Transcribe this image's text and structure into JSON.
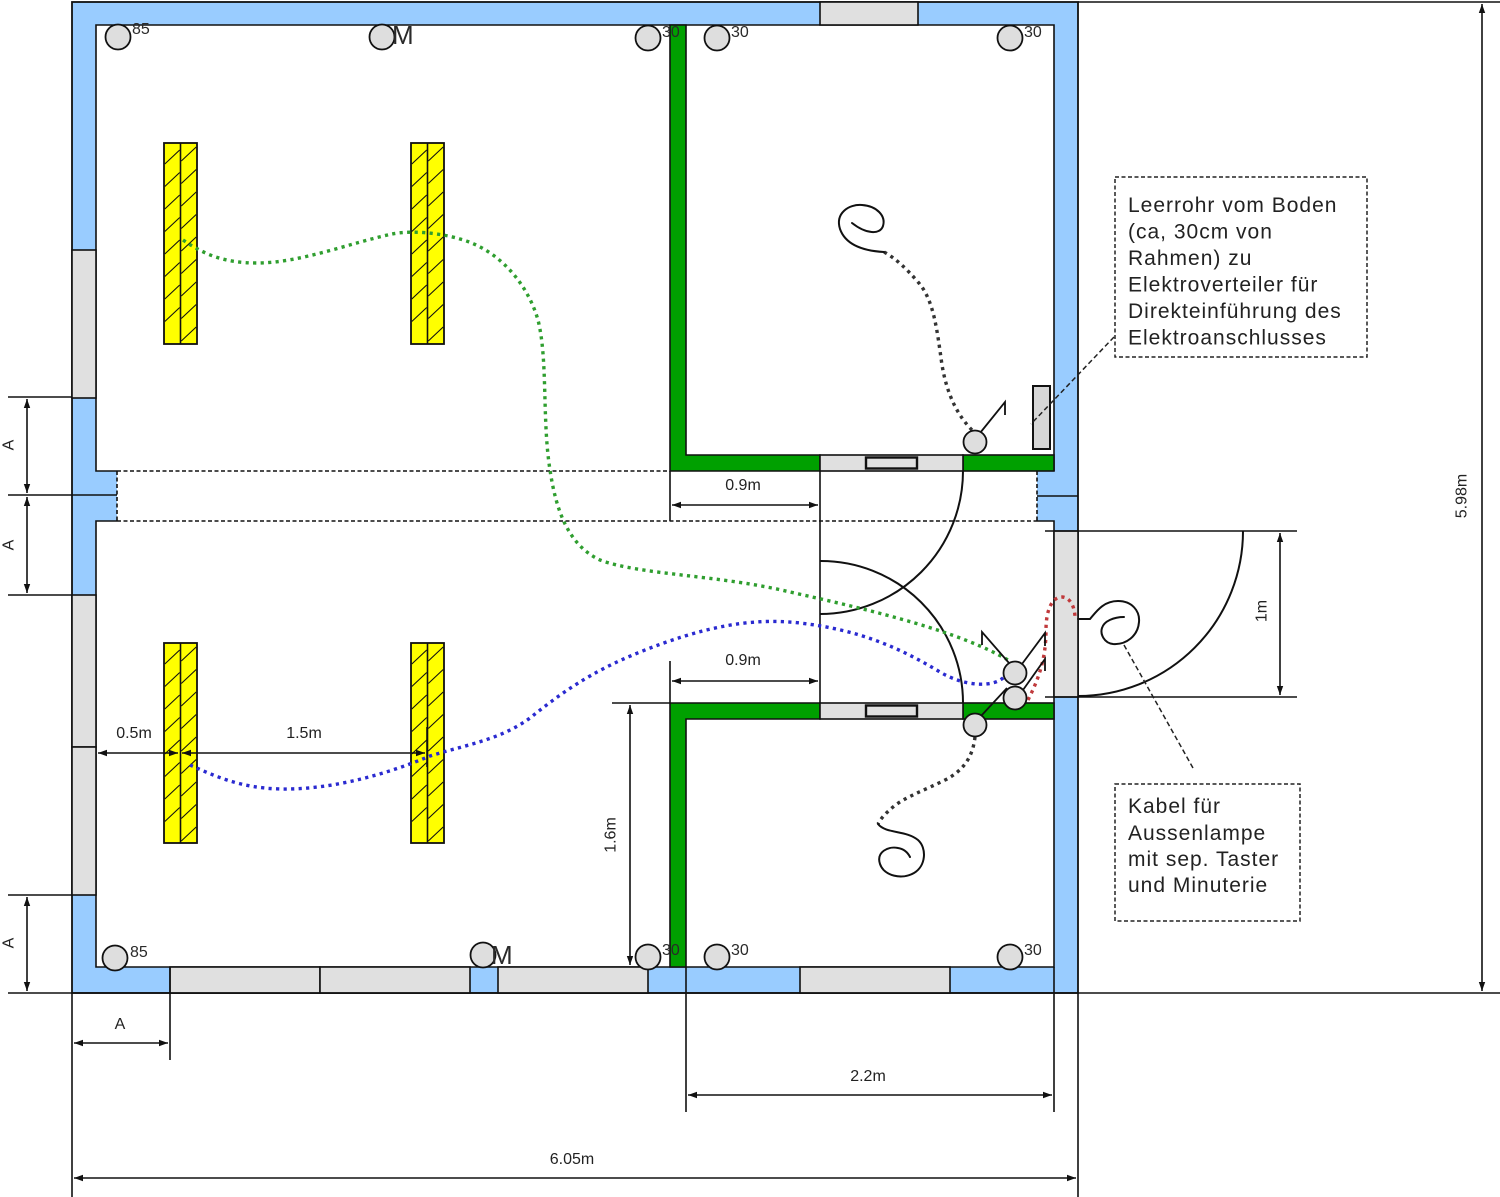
{
  "colors": {
    "exterior_wall": "#99ccff",
    "interior_wall": "#00a000",
    "opening": "#e0e0e0",
    "light_fixture": "#ffff00",
    "device": "#dedede",
    "cable_green": "#2f9e2f",
    "cable_blue": "#2a2ad0",
    "cable_red": "#c0393b",
    "cable_black": "#333333"
  },
  "outlets": {
    "top_row": [
      {
        "label": "85"
      },
      {
        "label": "M"
      },
      {
        "label": "30"
      },
      {
        "label": "30"
      },
      {
        "label": "30"
      }
    ],
    "bottom_row": [
      {
        "label": "85"
      },
      {
        "label": "M"
      },
      {
        "label": "30"
      },
      {
        "label": "30"
      },
      {
        "label": "30"
      }
    ]
  },
  "dimensions": {
    "upper_door_width": "0.9m",
    "lower_door_width": "0.9m",
    "partition_length": "1.6m",
    "lamp_wall_offset": "0.5m",
    "lamp_spacing": "1.5m",
    "left_window_spacing_1": "A",
    "left_window_spacing_2": "A",
    "left_window_spacing_3": "A",
    "bottom_window_spacing": "A",
    "room_width": "2.2m",
    "overall_width": "6.05m",
    "overall_depth": "5.98m",
    "exterior_door_width": "1m"
  },
  "callouts": {
    "conduit_note": {
      "lines": [
        "Leerrohr vom Boden",
        "(ca, 30cm von",
        "Rahmen) zu",
        "Elektroverteiler für",
        "Direkteinführung des",
        "Elektroanschlusses"
      ]
    },
    "outdoor_lamp_note": {
      "lines": [
        "Kabel für",
        "Aussenlampe",
        "mit sep. Taster",
        "und Minuterie"
      ]
    }
  }
}
